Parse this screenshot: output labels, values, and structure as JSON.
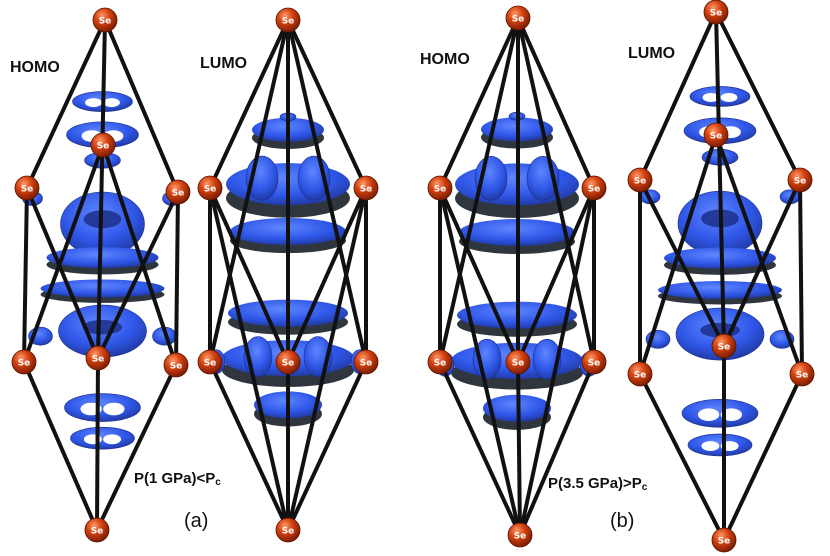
{
  "figure": {
    "atom_symbol": "Se",
    "colors": {
      "orbital": "#2f57e8",
      "orbital_dark": "#1c2f8a",
      "orbital_shadow": "#30363d",
      "atom": "#d2410f",
      "atom_highlight": "#ff9a6a",
      "bond": "#111111"
    },
    "panels": [
      {
        "id": "a",
        "tag": "(a)",
        "condition": "P(1 GPa)<P",
        "condition_sub": "c",
        "cells": [
          {
            "label": "HOMO",
            "orbital_pattern": "homo"
          },
          {
            "label": "LUMO",
            "orbital_pattern": "lumo"
          }
        ]
      },
      {
        "id": "b",
        "tag": "(b)",
        "condition": "P(3.5 GPa)>P",
        "condition_sub": "c",
        "cells": [
          {
            "label": "HOMO",
            "orbital_pattern": "lumo"
          },
          {
            "label": "LUMO",
            "orbital_pattern": "homo"
          }
        ]
      }
    ]
  }
}
